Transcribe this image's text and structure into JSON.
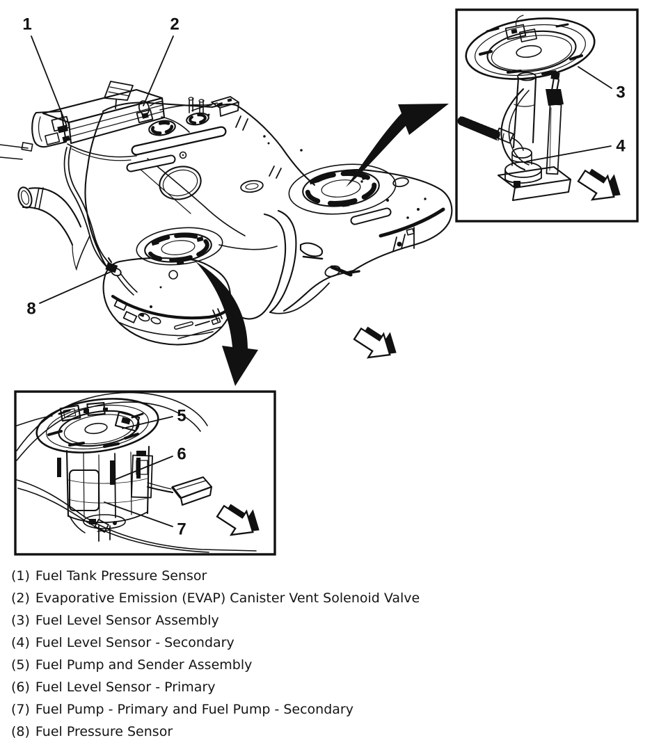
{
  "colors": {
    "background": "#ffffff",
    "line_art": "#111111"
  },
  "callouts": {
    "c1": "1",
    "c2": "2",
    "c3": "3",
    "c4": "4",
    "c5": "5",
    "c6": "6",
    "c7": "7",
    "c8": "8"
  },
  "legend": {
    "items": [
      {
        "num": "(1)",
        "label": "Fuel Tank Pressure Sensor"
      },
      {
        "num": "(2)",
        "label": "Evaporative Emission (EVAP) Canister Vent Solenoid Valve"
      },
      {
        "num": "(3)",
        "label": "Fuel Level Sensor Assembly"
      },
      {
        "num": "(4)",
        "label": "Fuel Level Sensor - Secondary"
      },
      {
        "num": "(5)",
        "label": "Fuel Pump and Sender Assembly"
      },
      {
        "num": "(6)",
        "label": "Fuel Level Sensor - Primary"
      },
      {
        "num": "(7)",
        "label": "Fuel Pump - Primary and Fuel Pump - Secondary"
      },
      {
        "num": "(8)",
        "label": "Fuel Pressure Sensor"
      }
    ]
  }
}
